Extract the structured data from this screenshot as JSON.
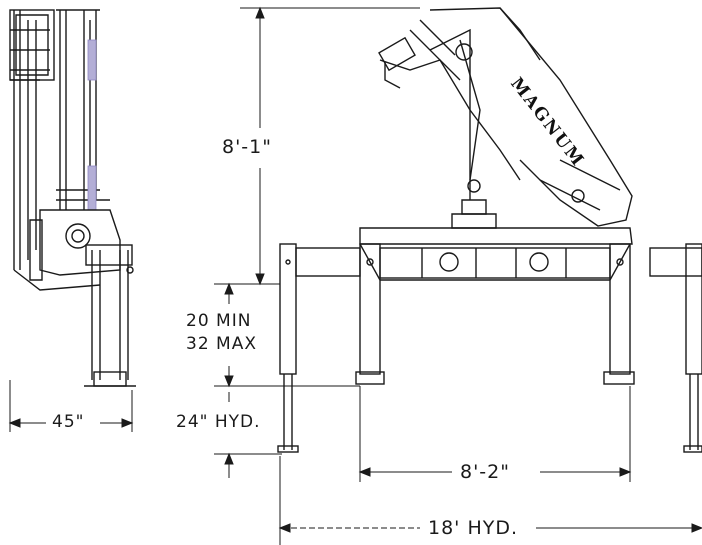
{
  "brand": "MAGNUM",
  "dimensions": {
    "mast_height": "8'-1\"",
    "stabilizer_min": "20 MIN",
    "stabilizer_max": "32 MAX",
    "side_width": "45\"",
    "hyd_extension": "24\" HYD.",
    "base_span": "8'-2\"",
    "hyd_span": "18' HYD."
  },
  "colors": {
    "line": "#1a1a1a",
    "highlight": "#b3aed6"
  }
}
